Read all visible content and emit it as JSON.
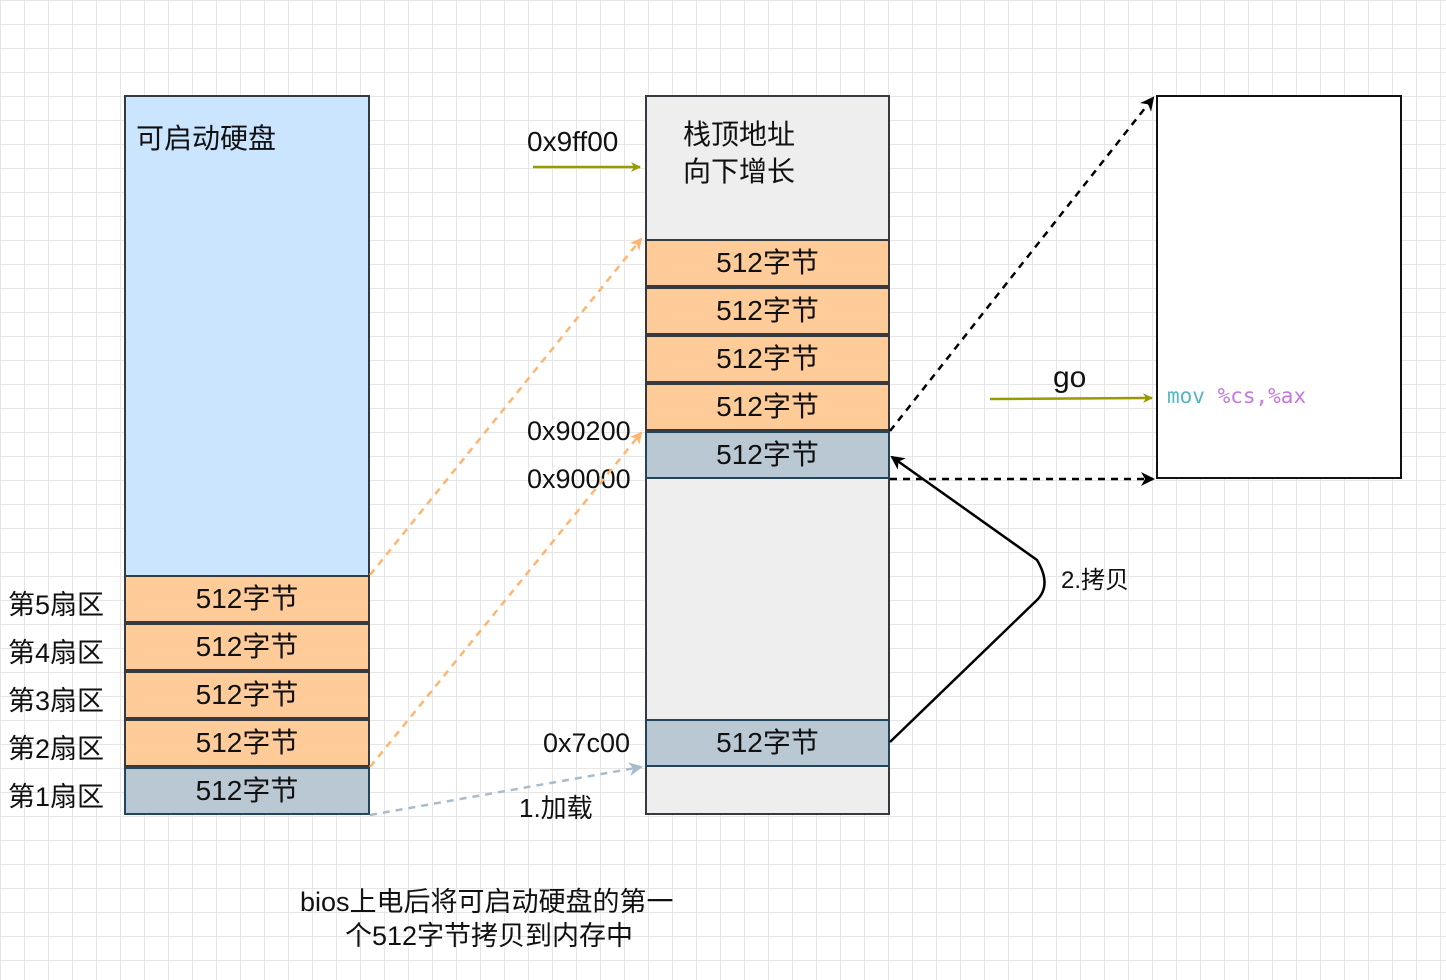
{
  "disk": {
    "title": "可启动硬盘",
    "sectors": [
      {
        "label": "第5扇区",
        "size": "512字节"
      },
      {
        "label": "第4扇区",
        "size": "512字节"
      },
      {
        "label": "第3扇区",
        "size": "512字节"
      },
      {
        "label": "第2扇区",
        "size": "512字节"
      },
      {
        "label": "第1扇区",
        "size": "512字节"
      }
    ]
  },
  "memory": {
    "stack_line1": "栈顶地址",
    "stack_line2": "向下增长",
    "blocks": [
      "512字节",
      "512字节",
      "512字节",
      "512字节",
      "512字节"
    ],
    "boot_block": "512字节",
    "addresses": {
      "stack_top": "0x9ff00",
      "a90200": "0x90200",
      "a90000": "0x90000",
      "a7c00": "0x7c00"
    }
  },
  "target": {
    "code_mnemonic": "mov",
    "code_operands": "%cs,%ax"
  },
  "labels": {
    "go": "go",
    "load": "1.加载",
    "copy": "2.拷贝"
  },
  "caption": {
    "line1": "bios上电后将可启动硬盘的第一",
    "line2": "个512字节拷贝到内存中"
  },
  "colors": {
    "disk_fill": "#cce5ff",
    "memory_fill": "#eeeeee",
    "sector_orange": "#ffcc99",
    "sector_gray": "#bac8d3",
    "arrow_orange": "#ffb570",
    "arrow_olive": "#999900",
    "arrow_gray": "#a9bccb",
    "code_teal": "#56b6c2",
    "code_purple": "#c678dd"
  }
}
